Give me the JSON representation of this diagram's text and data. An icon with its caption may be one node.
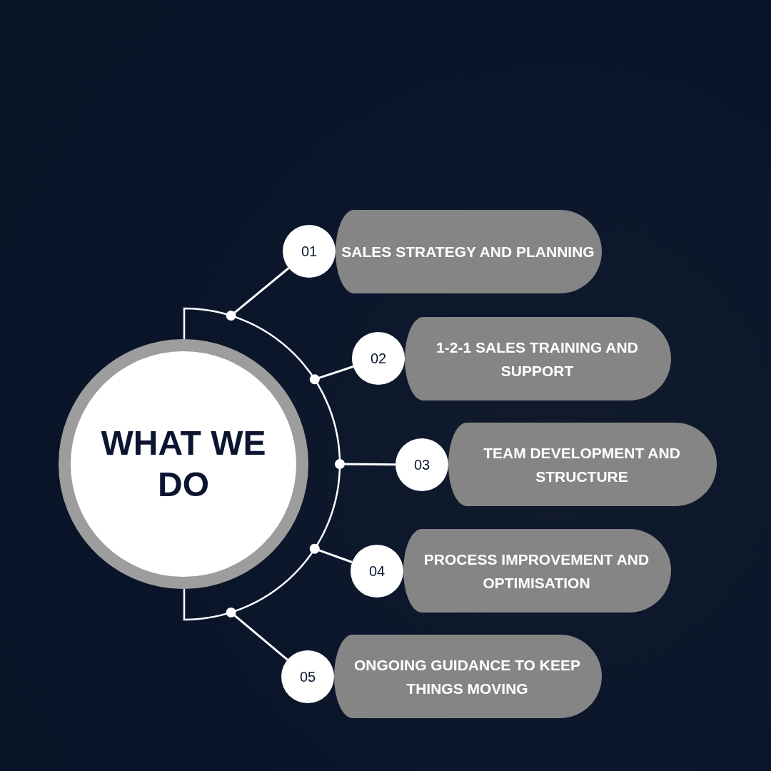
{
  "diagram": {
    "nodes": [
      {
        "text": [
          "WHAT WE DO"
        ]
      },
      {
        "text": [],
        "shape": "arc"
      },
      {
        "text": [
          "01"
        ]
      },
      {
        "text": [
          "SALES STRATEGY AND PLANNING"
        ]
      },
      {
        "text": [
          "02"
        ]
      },
      {
        "text": [
          "1-2-1 SALES TRAINING AND SUPPORT"
        ]
      },
      {
        "text": [
          "03"
        ]
      },
      {
        "text": [
          "TEAM DEVELOPMENT AND STRUCTURE"
        ]
      },
      {
        "text": [
          "04"
        ]
      },
      {
        "text": [
          "PROCESS IMPROVEMENT AND OPTIMISATION"
        ]
      },
      {
        "text": [
          "05"
        ]
      },
      {
        "text": [
          "ONGOING GUIDANCE TO KEEP THINGS MOVING"
        ]
      }
    ],
    "edges": [
      {
        "from": 1,
        "to": 2,
        "arrow": "other"
      },
      {
        "from": 1,
        "to": 4,
        "arrow": "other"
      },
      {
        "from": 1,
        "to": 6,
        "arrow": "other"
      },
      {
        "from": 1,
        "to": 8,
        "arrow": "other"
      },
      {
        "from": 1,
        "to": 10,
        "arrow": "other"
      }
    ]
  }
}
